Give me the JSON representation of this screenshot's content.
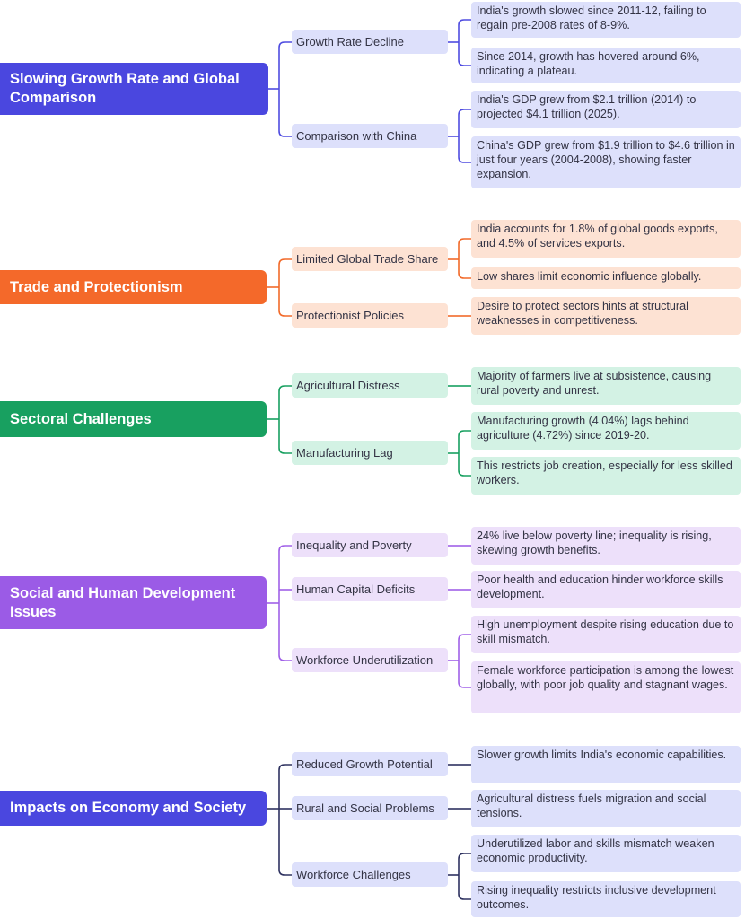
{
  "colors": {
    "blue_main": "#4a47df",
    "blue_sub": "#dde0fb",
    "blue_line": "#4f4ce0",
    "orange_main": "#f4692a",
    "orange_sub": "#fde2d3",
    "orange_line": "#f26a2a",
    "green_main": "#18a060",
    "green_sub": "#d3f2e4",
    "green_line": "#18a060",
    "purple_main": "#9b5be6",
    "purple_sub": "#ede0fa",
    "purple_line": "#a060e8",
    "navy_main": "#4a47df",
    "navy_sub": "#dde0fb",
    "navy_line": "#2e3260"
  },
  "sections": [
    {
      "title": "Slowing Growth Rate and Global Comparison",
      "theme": "blue",
      "subs": [
        {
          "label": "Growth Rate Decline",
          "leaves": [
            "India's growth slowed since 2011-12, failing to regain pre-2008 rates of 8-9%.",
            "Since 2014, growth has hovered around 6%, indicating a plateau."
          ]
        },
        {
          "label": "Comparison with China",
          "leaves": [
            "India's GDP grew from $2.1 trillion (2014) to projected $4.1 trillion (2025).",
            "China's GDP grew from $1.9 trillion to $4.6 trillion in just four years (2004-2008), showing faster expansion."
          ]
        }
      ]
    },
    {
      "title": "Trade and Protectionism",
      "theme": "orange",
      "subs": [
        {
          "label": "Limited Global Trade Share",
          "leaves": [
            "India accounts for 1.8% of global goods exports, and 4.5% of services exports.",
            "Low shares limit economic influence globally."
          ]
        },
        {
          "label": "Protectionist Policies",
          "leaves": [
            "Desire to protect sectors hints at structural weaknesses in competitiveness."
          ]
        }
      ]
    },
    {
      "title": "Sectoral Challenges",
      "theme": "green",
      "subs": [
        {
          "label": "Agricultural Distress",
          "leaves": [
            "Majority of farmers live at subsistence, causing rural poverty and unrest."
          ]
        },
        {
          "label": "Manufacturing Lag",
          "leaves": [
            "Manufacturing growth (4.04%) lags behind agriculture (4.72%) since 2019-20.",
            "This restricts job creation, especially for less skilled workers."
          ]
        }
      ]
    },
    {
      "title": "Social and Human Development Issues",
      "theme": "purple",
      "subs": [
        {
          "label": "Inequality and Poverty",
          "leaves": [
            "24% live below poverty line; inequality is rising, skewing growth benefits."
          ]
        },
        {
          "label": "Human Capital Deficits",
          "leaves": [
            "Poor health and education hinder workforce skills development."
          ]
        },
        {
          "label": "Workforce Underutilization",
          "leaves": [
            "High unemployment despite rising education due to skill mismatch.",
            "Female workforce participation is among the lowest globally, with poor job quality and stagnant wages."
          ]
        }
      ]
    },
    {
      "title": "Impacts on Economy and Society",
      "theme": "navy",
      "subs": [
        {
          "label": "Reduced Growth Potential",
          "leaves": [
            "Slower growth limits India's economic capabilities."
          ]
        },
        {
          "label": "Rural and Social Problems",
          "leaves": [
            "Agricultural distress fuels migration and social tensions."
          ]
        },
        {
          "label": "Workforce Challenges",
          "leaves": [
            "Underutilized labor and skills mismatch weaken economic productivity.",
            "Rising inequality restricts inclusive development outcomes."
          ]
        }
      ]
    }
  ]
}
